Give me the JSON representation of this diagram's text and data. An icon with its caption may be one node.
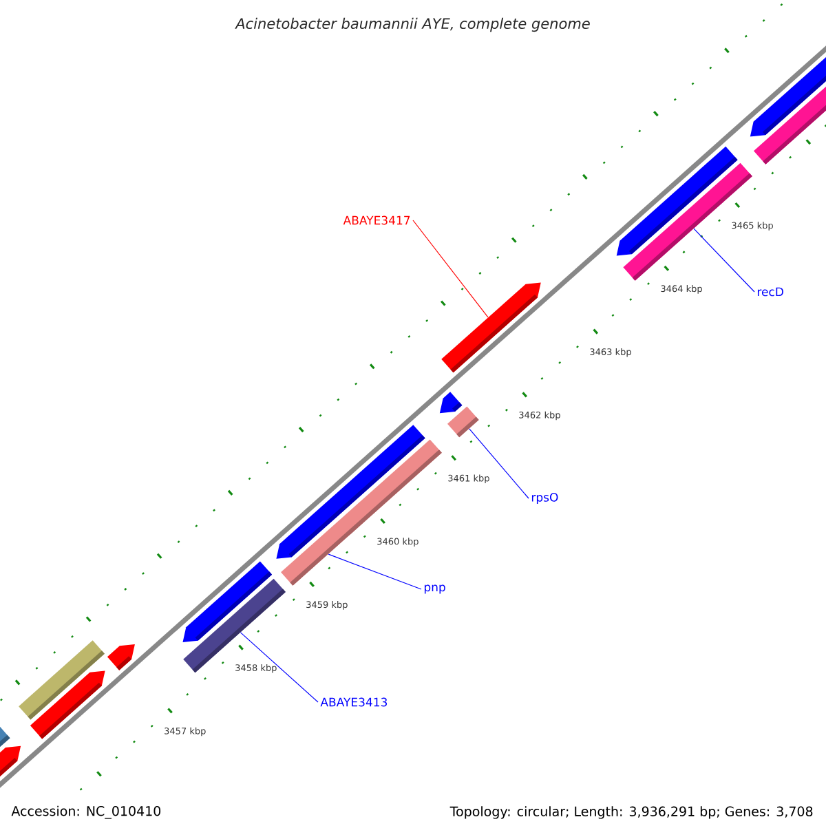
{
  "diagram": {
    "title": "Acinetobacter baumannii AYE, complete genome",
    "nodes": [
      {
        "text": [
          "ABAYE3417"
        ]
      },
      {
        "text": [],
        "shape": "bar"
      },
      {
        "text": [
          "recD"
        ]
      },
      {
        "text": [],
        "shape": "bar"
      },
      {
        "text": [
          "rpsO"
        ]
      },
      {
        "text": [],
        "shape": "bar"
      },
      {
        "text": [
          "pnp"
        ]
      },
      {
        "text": [],
        "shape": "bar"
      },
      {
        "text": [
          "ABAYE3413"
        ]
      },
      {
        "text": [],
        "shape": "bar"
      }
    ],
    "edges": [
      {
        "from": 0,
        "to": 1,
        "arrow": "none",
        "color": "#ff0000"
      },
      {
        "from": 2,
        "to": 3,
        "arrow": "none"
      },
      {
        "from": 4,
        "to": 5,
        "arrow": "none"
      },
      {
        "from": 6,
        "to": 7,
        "arrow": "none"
      },
      {
        "from": 8,
        "to": 9,
        "arrow": "none"
      }
    ],
    "labels": [
      "3465 kbp",
      "3464 kbp",
      "3463 kbp",
      "3462 kbp",
      "3461 kbp",
      "3460 kbp",
      "3459 kbp",
      "3458 kbp",
      "3457 kbp",
      "Accession: NC_010410",
      "Topology: circular; Length: 3,936,291 bp; Genes: 3,708"
    ]
  }
}
